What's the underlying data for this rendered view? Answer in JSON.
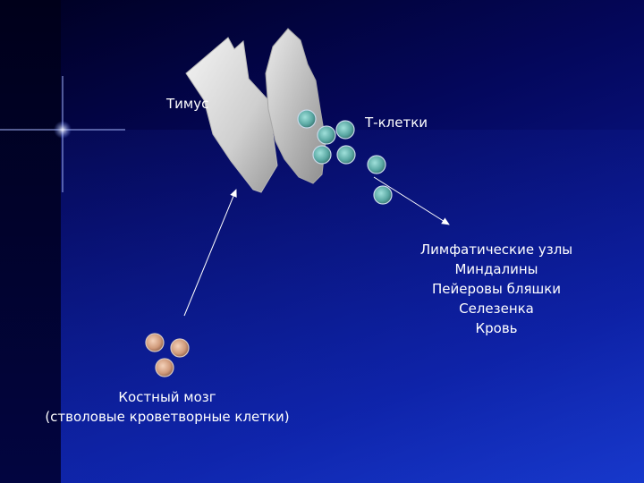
{
  "labels": {
    "thymus": "Тимус",
    "t_cells": "Т-клетки",
    "bone_marrow_line1": "Костный мозг",
    "bone_marrow_line2": "(стволовые кроветворные клетки)",
    "destinations": [
      "Лимфатические узлы",
      "Миндалины",
      "Пейеровы бляшки",
      "Селезенка",
      "Кровь"
    ]
  },
  "colors": {
    "t_cell": "#6fb8b3",
    "stem_cell": "#d9a98a",
    "thymus": "#d8d8d8"
  }
}
